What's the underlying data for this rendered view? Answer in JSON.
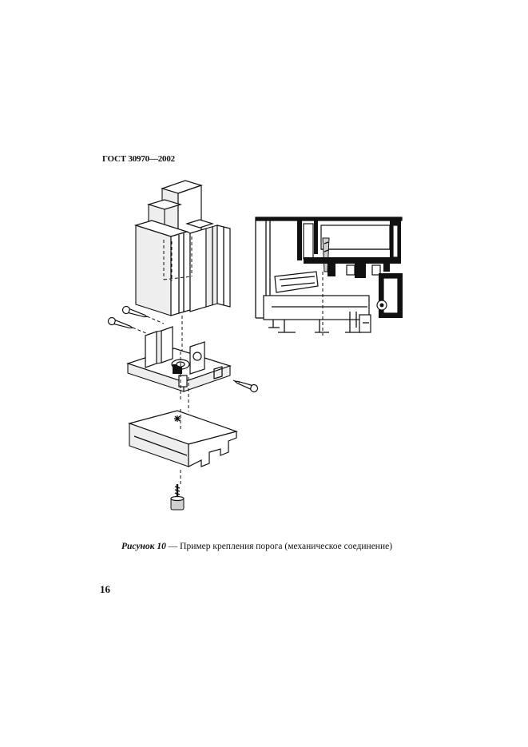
{
  "document": {
    "header": "ГОСТ 30970—2002",
    "page_number": "16"
  },
  "figure": {
    "label": "Рисунок 10",
    "separator": " — ",
    "caption_text": "Пример крепления порога (механическое соединение)"
  }
}
